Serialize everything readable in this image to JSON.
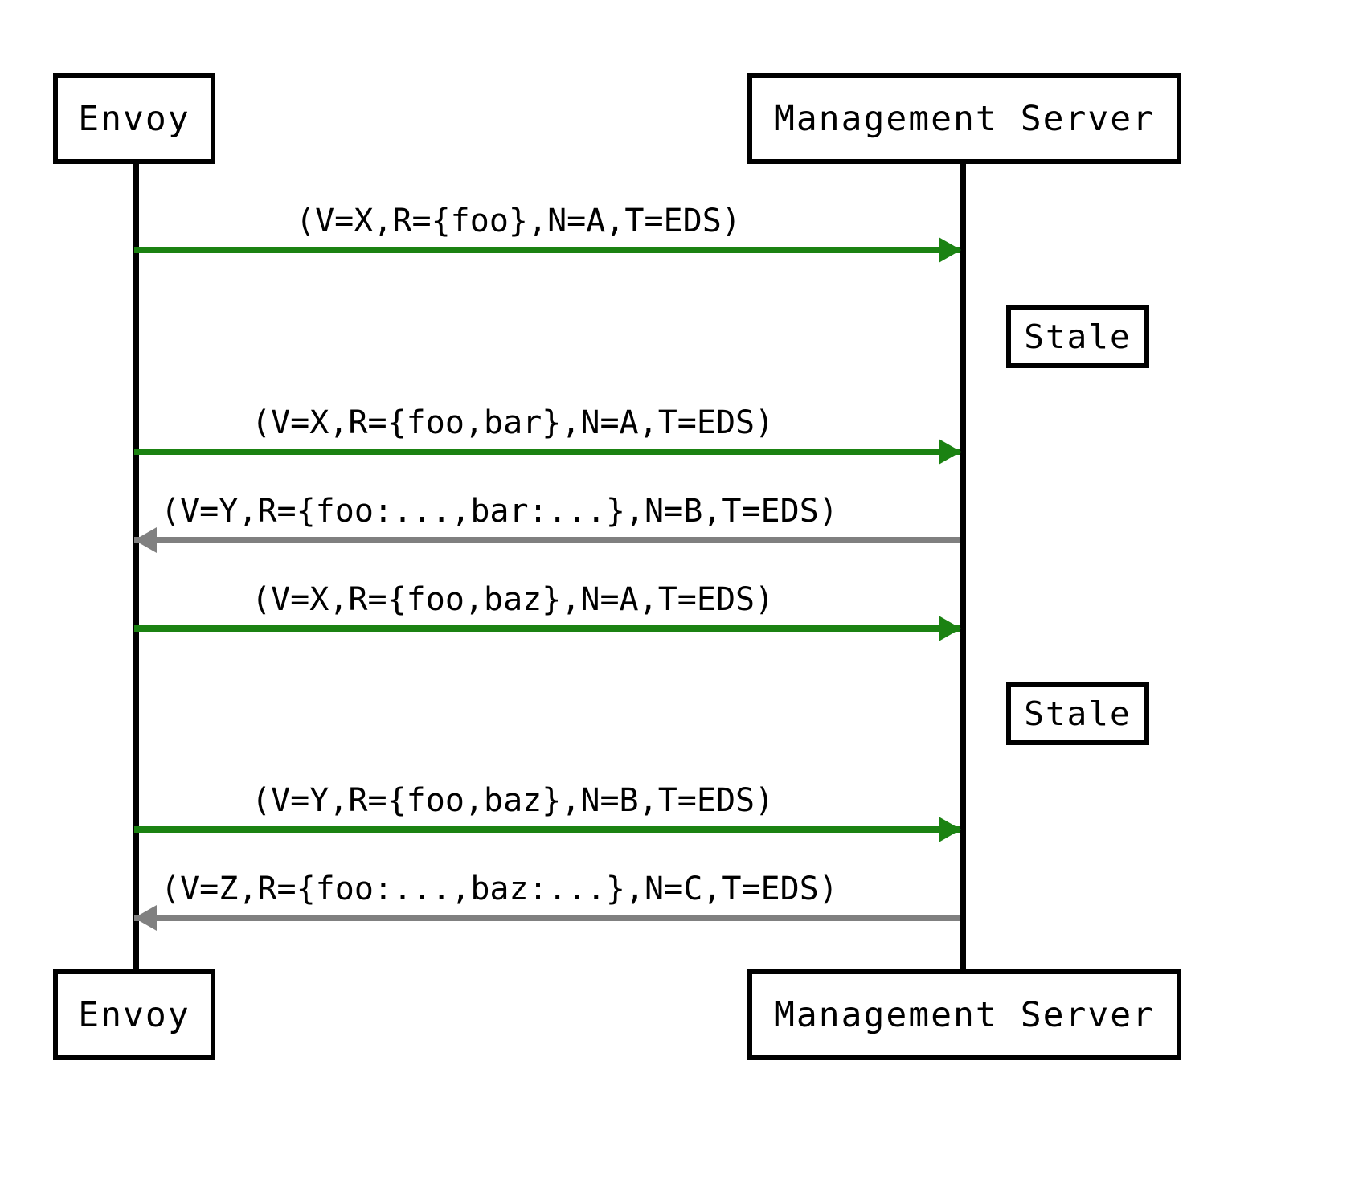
{
  "diagram": {
    "type": "sequence-diagram",
    "title": "",
    "background_color": "#ffffff",
    "colors": {
      "request_arrow": "#1b8212",
      "response_arrow": "#808080",
      "lifeline": "#000000",
      "box_border": "#000000",
      "text": "#000000"
    },
    "participants": [
      {
        "id": "envoy",
        "label_top": "Envoy",
        "label_bottom": "Envoy"
      },
      {
        "id": "management-server",
        "label_top": "Management Server",
        "label_bottom": "Management Server"
      }
    ],
    "messages": [
      {
        "index": 1,
        "from": "envoy",
        "to": "management-server",
        "direction": "right",
        "color": "#1b8212",
        "label": "(V=X,R={foo},N=A,T=EDS)"
      },
      {
        "index": 2,
        "from": "envoy",
        "to": "management-server",
        "direction": "right",
        "color": "#1b8212",
        "label": "(V=X,R={foo,bar},N=A,T=EDS)"
      },
      {
        "index": 3,
        "from": "management-server",
        "to": "envoy",
        "direction": "left",
        "color": "#808080",
        "label": "(V=Y,R={foo:...,bar:...},N=B,T=EDS)"
      },
      {
        "index": 4,
        "from": "envoy",
        "to": "management-server",
        "direction": "right",
        "color": "#1b8212",
        "label": "(V=X,R={foo,baz},N=A,T=EDS)"
      },
      {
        "index": 5,
        "from": "envoy",
        "to": "management-server",
        "direction": "right",
        "color": "#1b8212",
        "label": "(V=Y,R={foo,baz},N=B,T=EDS)"
      },
      {
        "index": 6,
        "from": "management-server",
        "to": "envoy",
        "direction": "left",
        "color": "#808080",
        "label": "(V=Z,R={foo:...,baz:...},N=C,T=EDS)"
      }
    ],
    "notes": [
      {
        "index": 1,
        "attached_to": "management-server",
        "label": "Stale"
      },
      {
        "index": 2,
        "attached_to": "management-server",
        "label": "Stale"
      }
    ]
  }
}
